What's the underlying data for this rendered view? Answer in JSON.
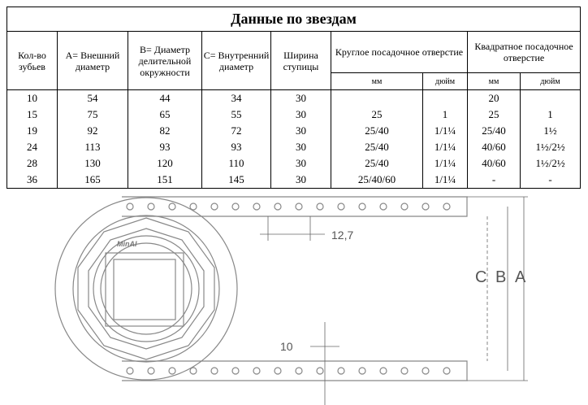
{
  "title": "Данные по звездам",
  "headers": [
    "Кол-во зубьев",
    "A= Внешний диаметр",
    "B= Диаметр делительной окружности",
    "C= Внутренний диаметр",
    "Ширина ступицы",
    "Круглое посадочное отверстие",
    "Квадратное посадочное отверстие"
  ],
  "subheaders": [
    "мм",
    "дюйм",
    "мм",
    "дюйм"
  ],
  "rows": [
    [
      "10",
      "54",
      "44",
      "34",
      "30",
      "",
      "",
      "20",
      ""
    ],
    [
      "15",
      "75",
      "65",
      "55",
      "30",
      "25",
      "1",
      "25",
      "1"
    ],
    [
      "19",
      "92",
      "82",
      "72",
      "30",
      "25/40",
      "1/1¼",
      "25/40",
      "1½"
    ],
    [
      "24",
      "113",
      "93",
      "93",
      "30",
      "25/40",
      "1/1¼",
      "40/60",
      "1½/2½"
    ],
    [
      "28",
      "130",
      "120",
      "110",
      "30",
      "25/40",
      "1/1¼",
      "40/60",
      "1½/2½"
    ],
    [
      "36",
      "165",
      "151",
      "145",
      "30",
      "25/40/60",
      "1/1¼",
      "-",
      "-"
    ]
  ],
  "drawing": {
    "pitch": "12,7",
    "width": "10",
    "labels": [
      "C",
      "B",
      "A"
    ],
    "logo": "MinAl"
  }
}
